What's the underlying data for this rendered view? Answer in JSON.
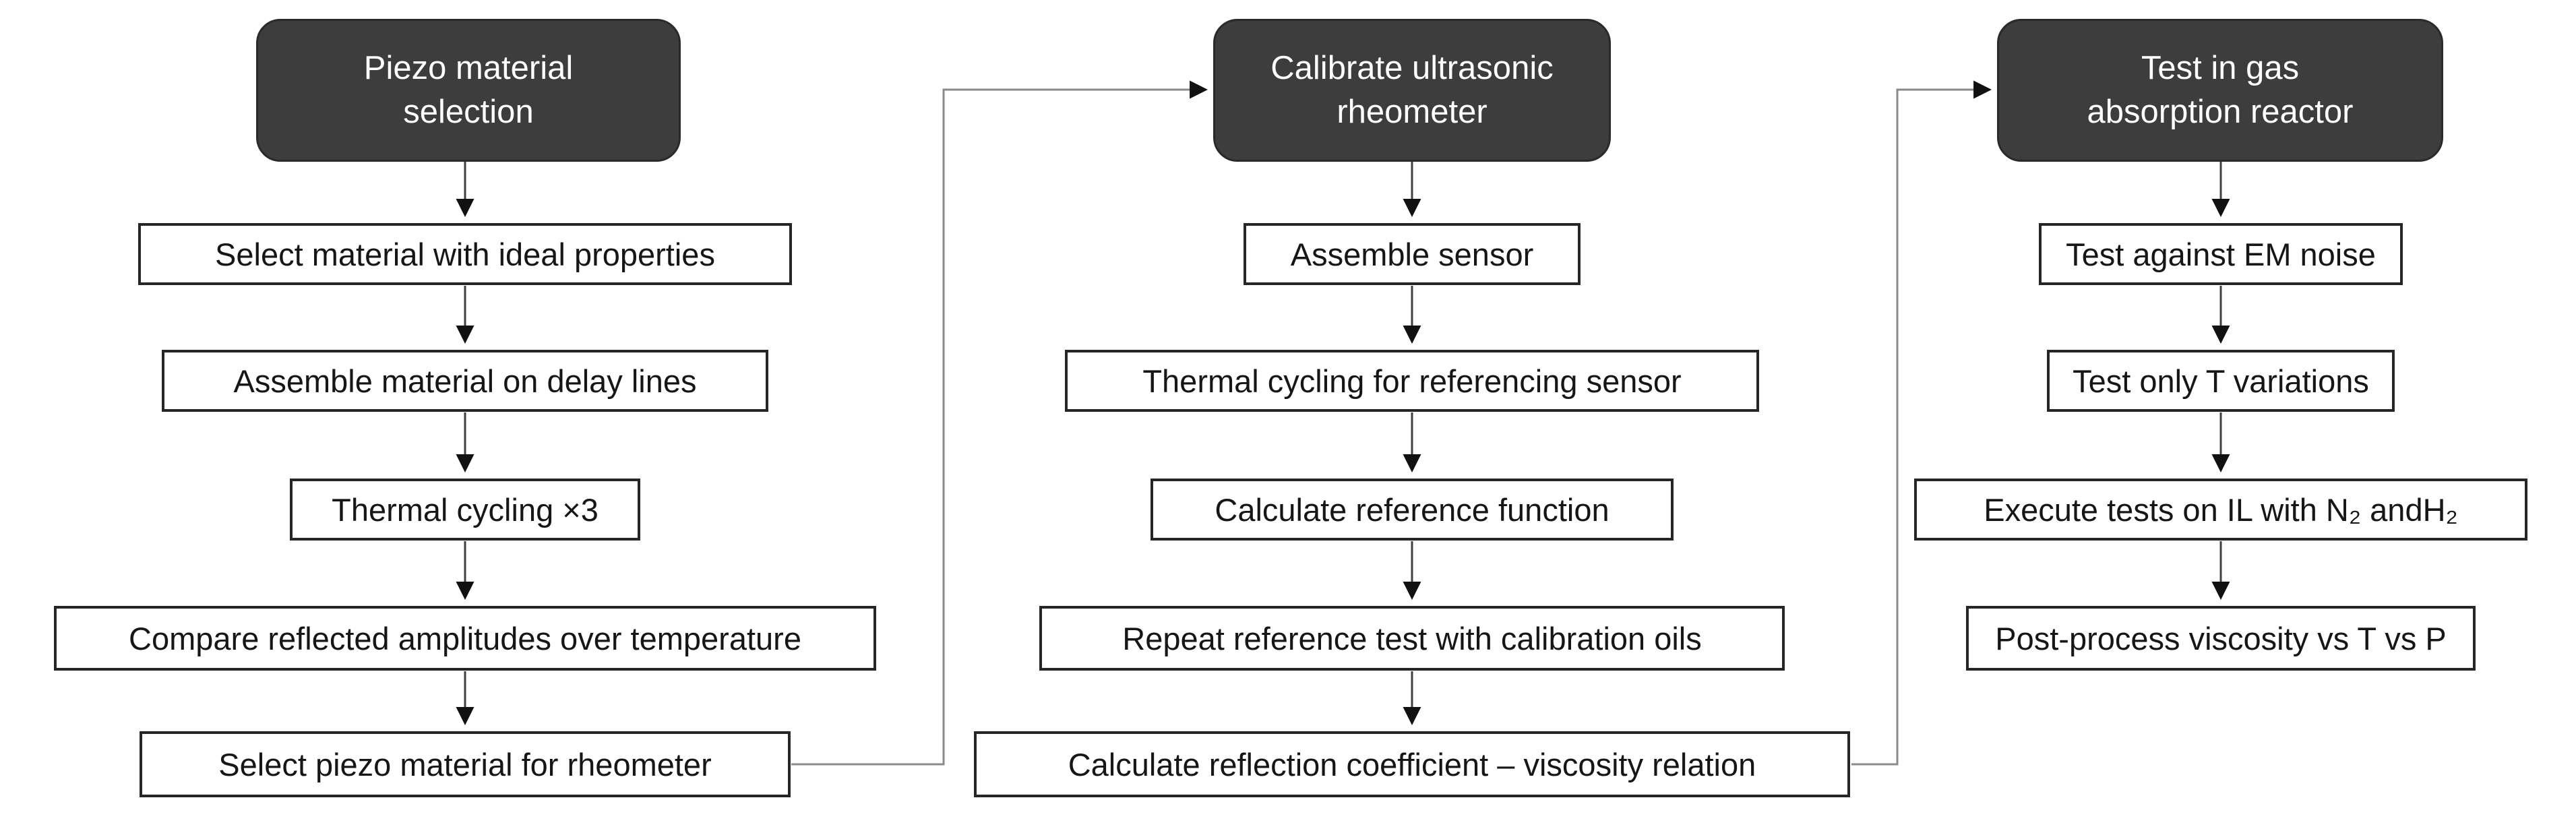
{
  "diagram": {
    "columns": [
      {
        "header": "Piezo material\nselection",
        "steps": [
          "Select material with ideal properties",
          "Assemble material on delay lines",
          "Thermal cycling ×3",
          "Compare reflected amplitudes over temperature",
          "Select piezo material for rheometer"
        ]
      },
      {
        "header": "Calibrate ultrasonic\nrheometer",
        "steps": [
          "Assemble sensor",
          "Thermal cycling for referencing sensor",
          "Calculate reference function",
          "Repeat reference test with calibration oils",
          "Calculate reflection coefficient – viscosity relation"
        ]
      },
      {
        "header": "Test in gas\nabsorption reactor",
        "steps": [
          "Test against EM noise",
          "Test only T variations",
          "Execute tests on IL with N₂ andH₂",
          "Post-process viscosity vs T vs P"
        ]
      }
    ],
    "colors": {
      "header_fill": "#3d3d3d",
      "header_text": "#ffffff",
      "box_border": "#262626",
      "box_text": "#161616",
      "arrow": "#3f3f3f",
      "elbow": "#8a8a8a",
      "background": "#ffffff"
    }
  }
}
